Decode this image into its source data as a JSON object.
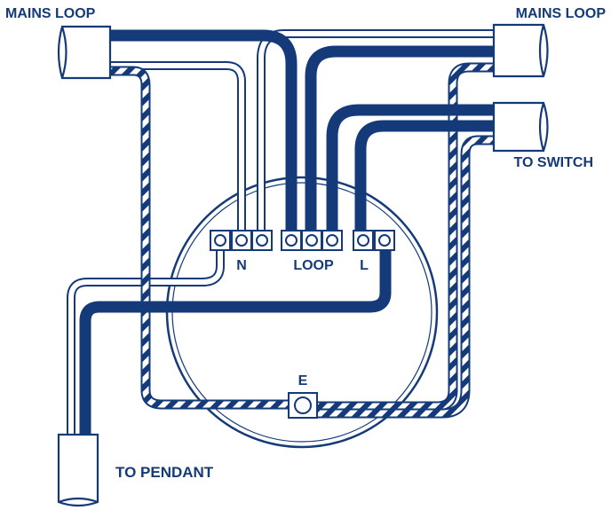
{
  "labels": {
    "mains_loop_left": "MAINS LOOP",
    "mains_loop_right": "MAINS LOOP",
    "to_switch": "TO SWITCH",
    "to_pendant": "TO PENDANT",
    "terminal_n": "N",
    "terminal_loop": "LOOP",
    "terminal_l": "L",
    "terminal_e": "E"
  },
  "colors": {
    "live_wire": "#143a7a",
    "outline": "#143a7a",
    "background": "#ffffff"
  }
}
